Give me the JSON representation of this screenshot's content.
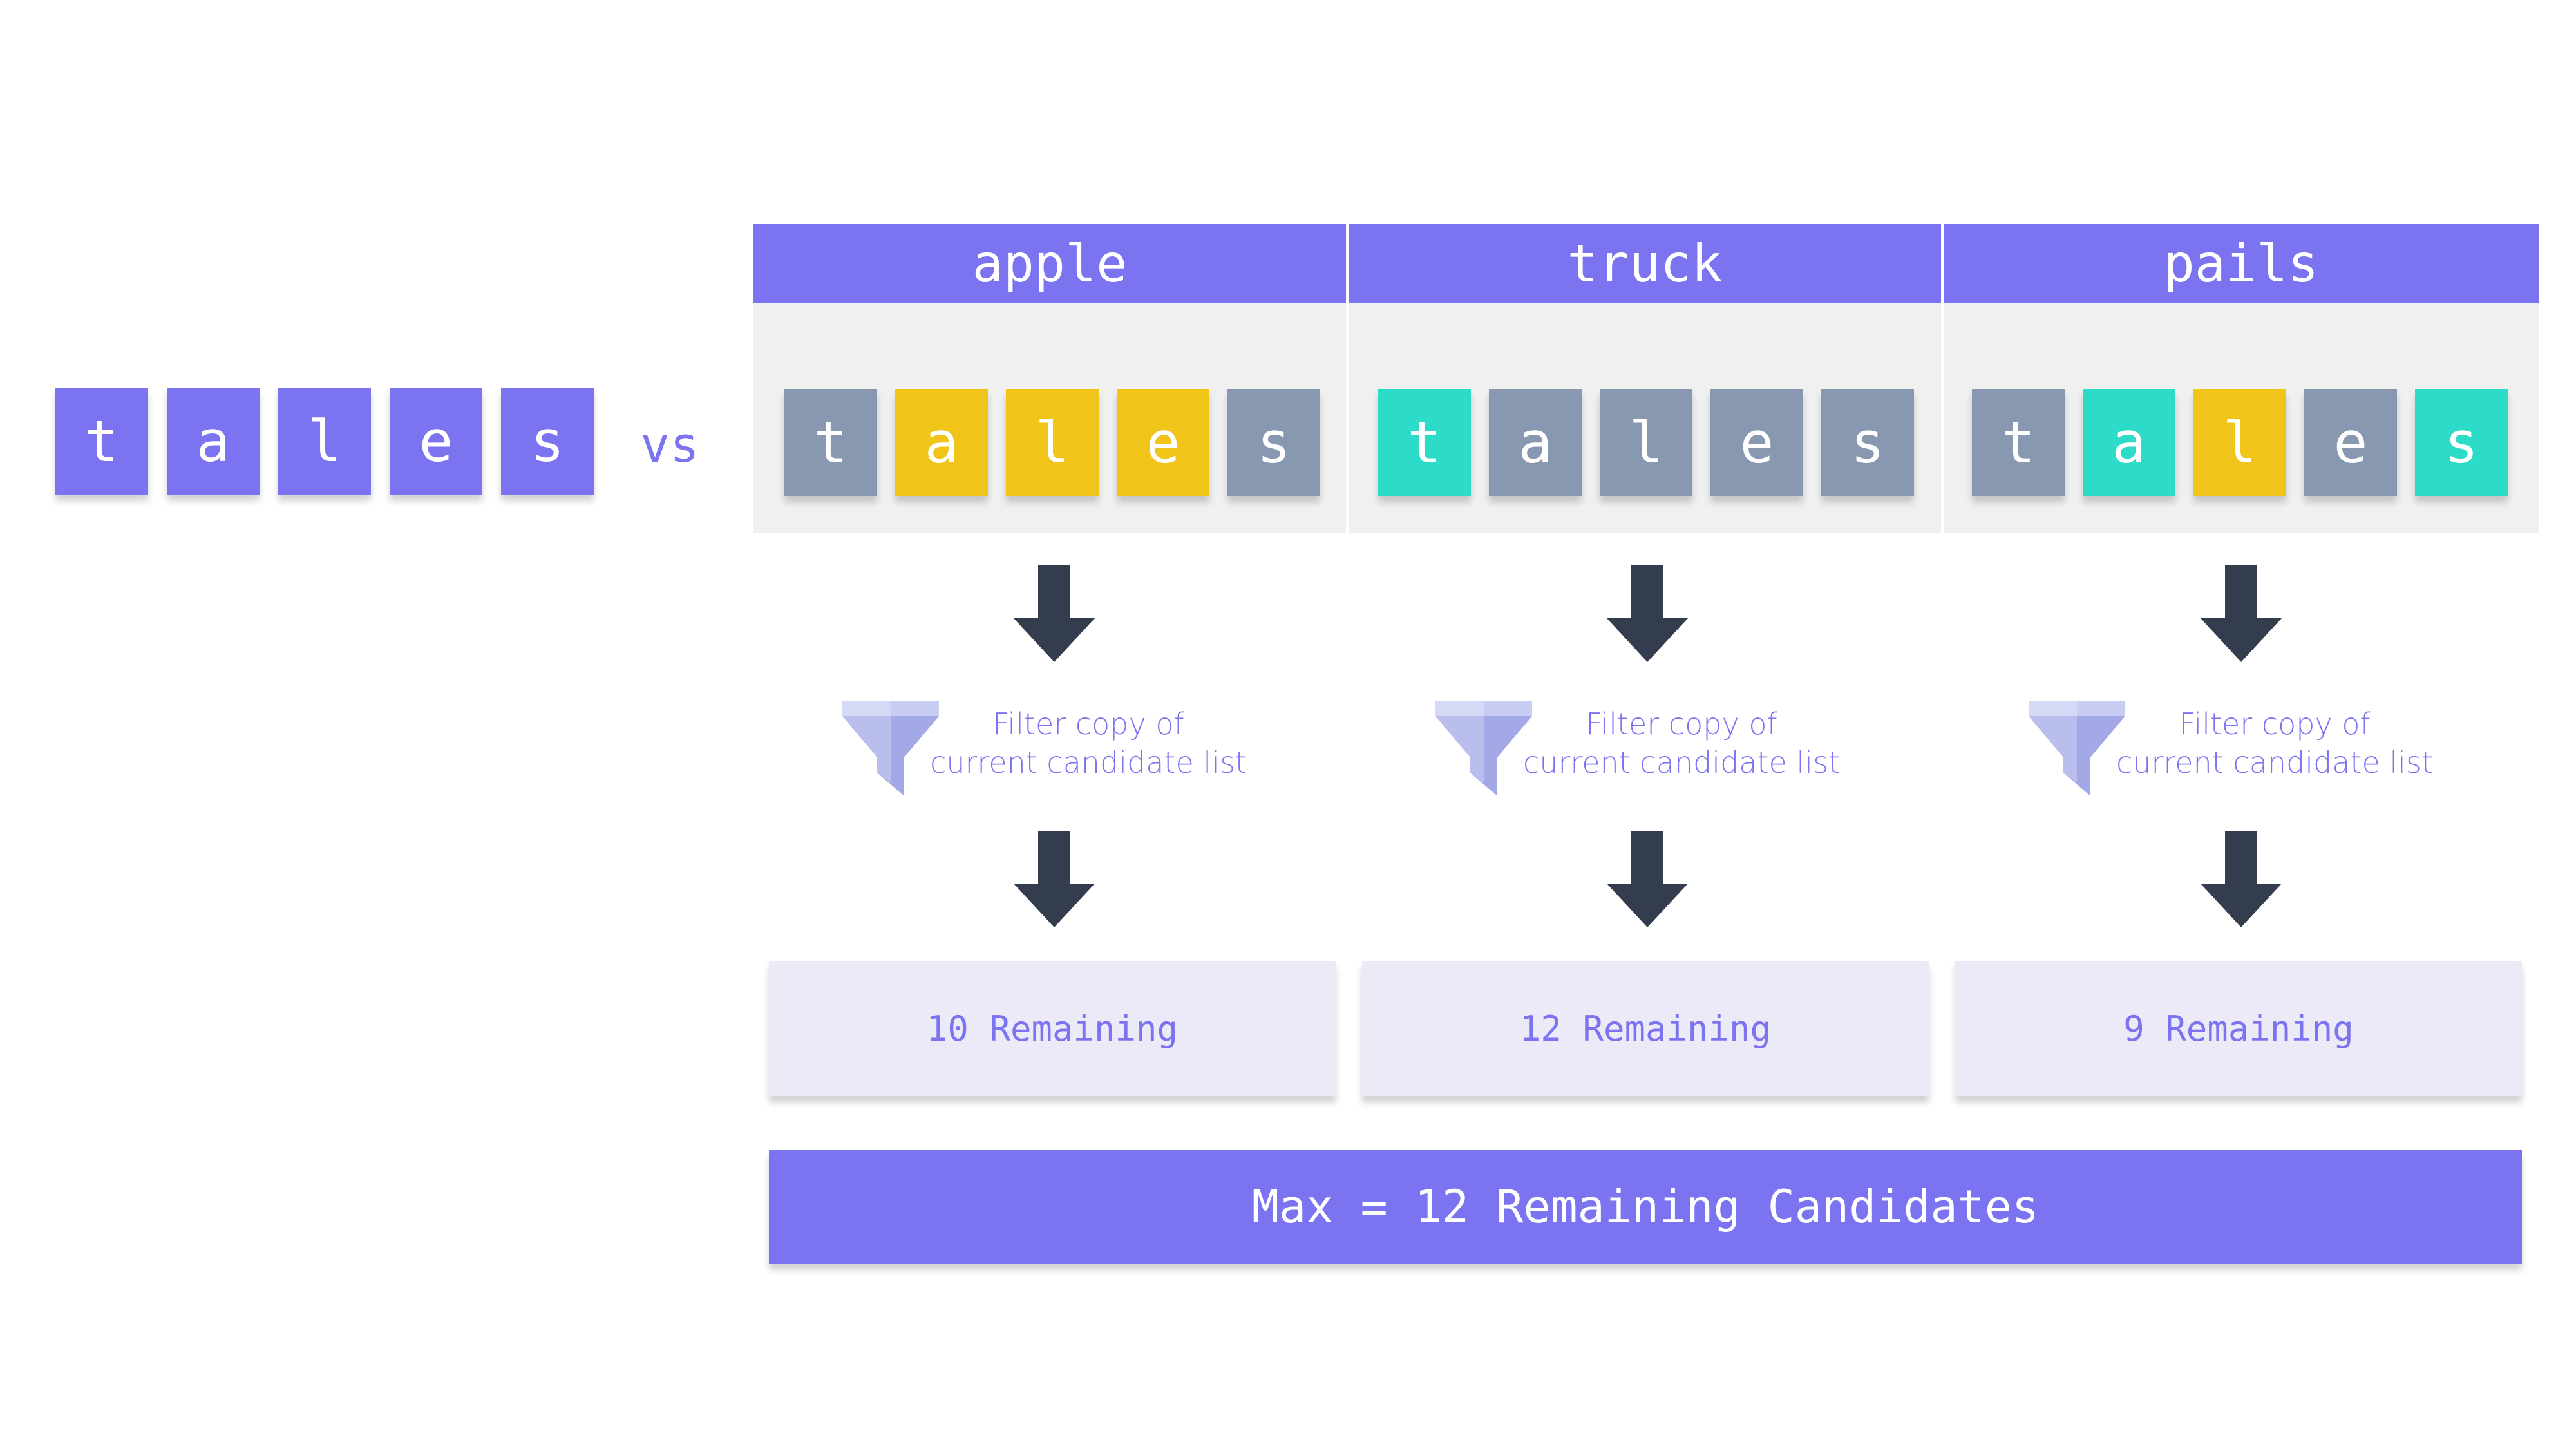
{
  "guess": {
    "letters": [
      "t",
      "a",
      "l",
      "e",
      "s"
    ],
    "color": "#7b73ef"
  },
  "vs_label": "vs",
  "columns": [
    {
      "word": "apple",
      "letters": [
        "t",
        "a",
        "l",
        "e",
        "s"
      ],
      "statuses": [
        "gray",
        "yellow",
        "yellow",
        "yellow",
        "gray"
      ],
      "filter_line1": "Filter copy of",
      "filter_line2": "current candidate list",
      "remaining": "10 Remaining"
    },
    {
      "word": "truck",
      "letters": [
        "t",
        "a",
        "l",
        "e",
        "s"
      ],
      "statuses": [
        "green",
        "gray",
        "gray",
        "gray",
        "gray"
      ],
      "filter_line1": "Filter copy of",
      "filter_line2": "current candidate list",
      "remaining": "12 Remaining"
    },
    {
      "word": "pails",
      "letters": [
        "t",
        "a",
        "l",
        "e",
        "s"
      ],
      "statuses": [
        "gray",
        "green",
        "yellow",
        "gray",
        "green"
      ],
      "filter_line1": "Filter copy of",
      "filter_line2": "current candidate list",
      "remaining": "9 Remaining"
    }
  ],
  "max_label": "Max = 12 Remaining Candidates",
  "colors": {
    "accent": "#7b73ef",
    "gray": "#8898b0",
    "yellow": "#f0c419",
    "green": "#2ddcc8",
    "arrow": "#343d4d",
    "funnel": "#a3a8e6"
  },
  "icons": {
    "arrow": "down-arrow-icon",
    "filter": "funnel-icon"
  }
}
